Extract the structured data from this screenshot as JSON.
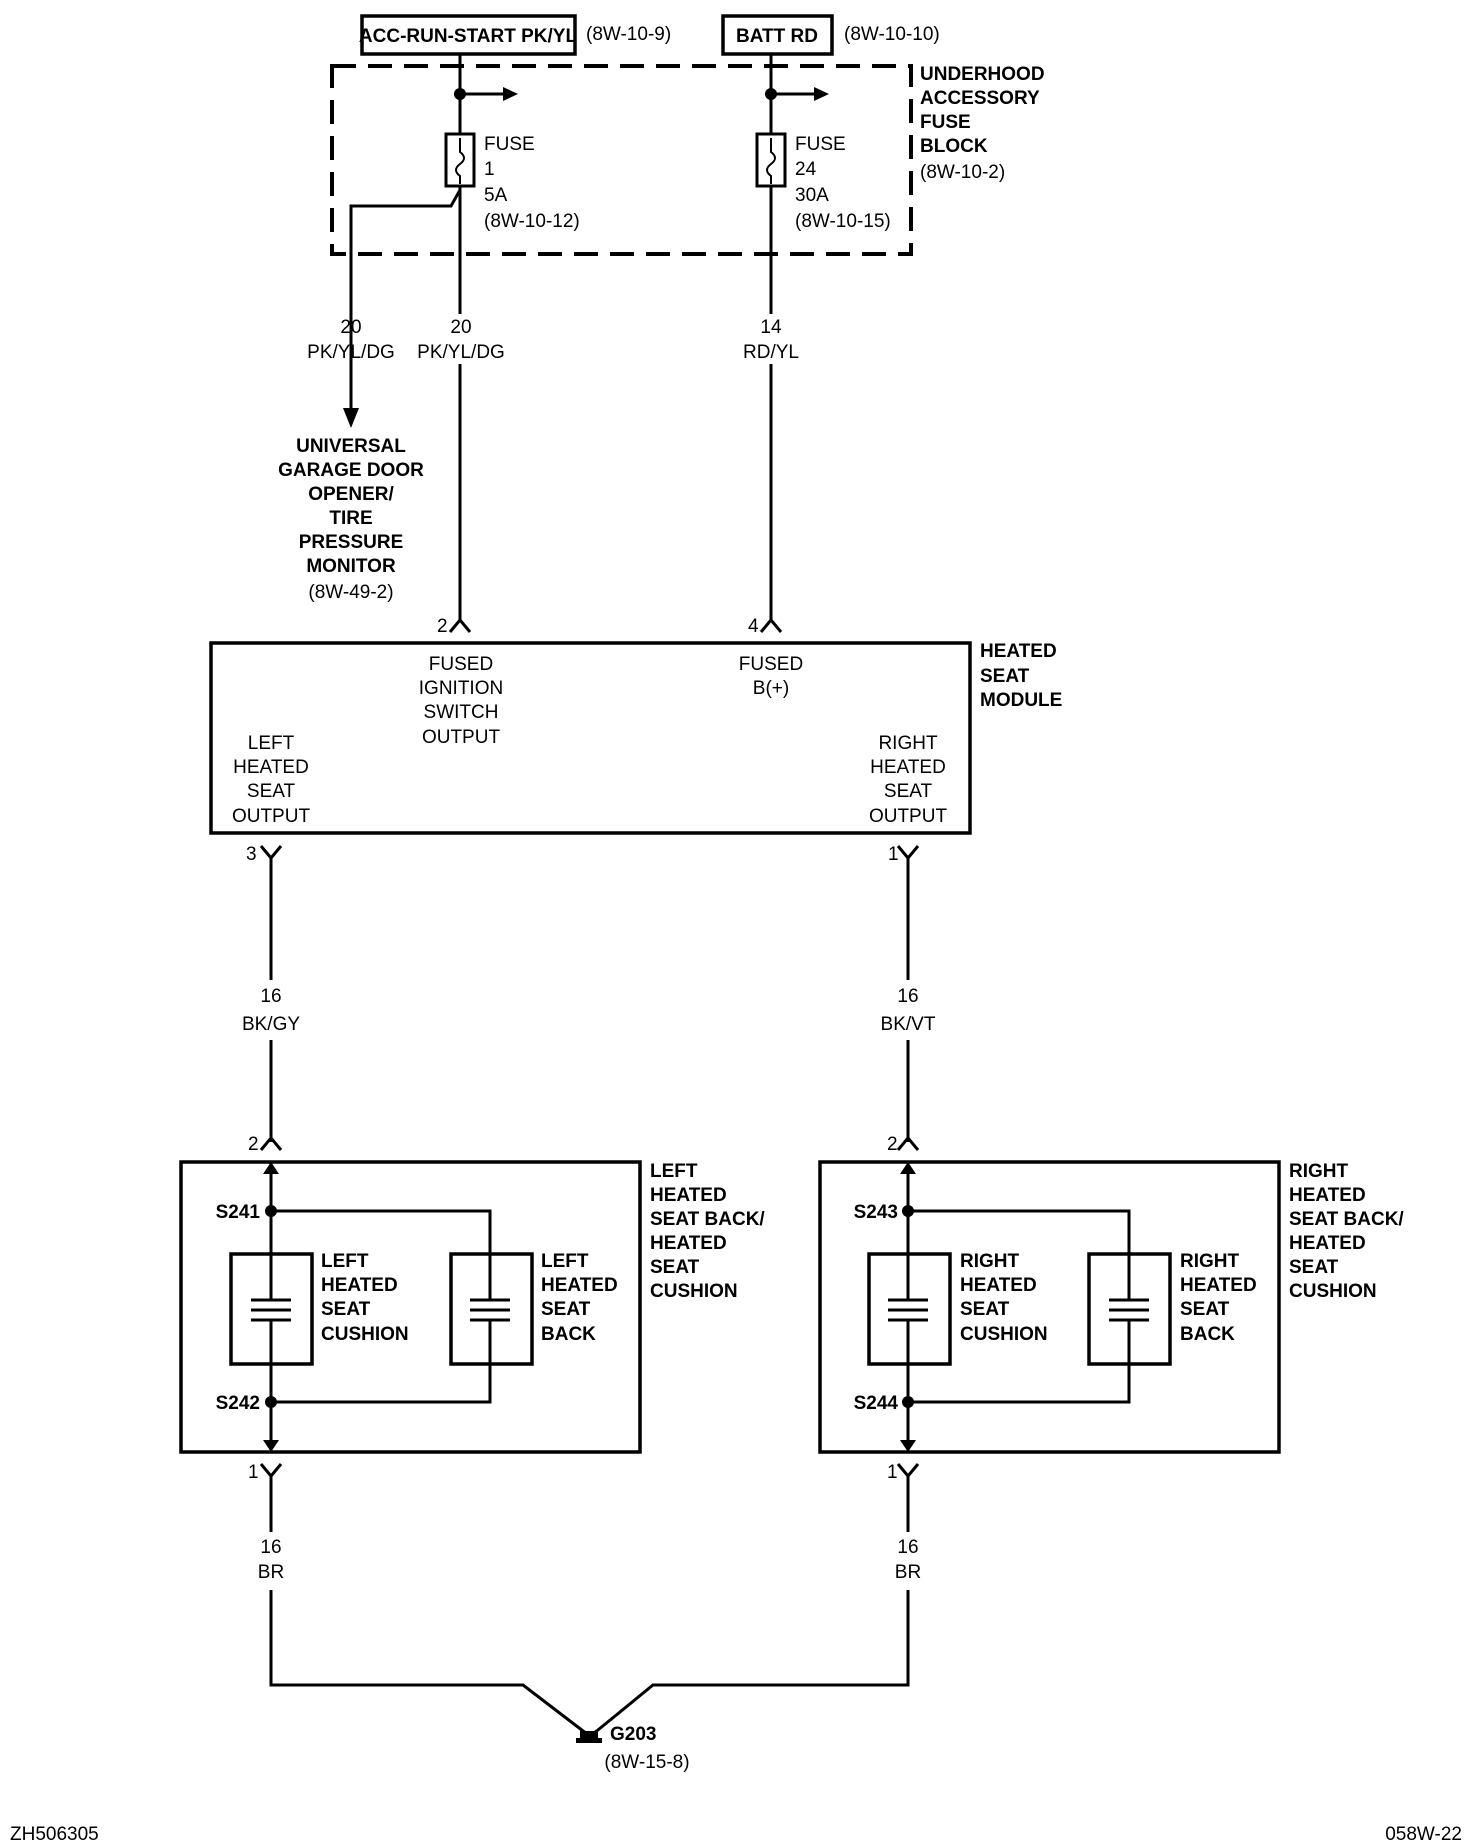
{
  "sources": {
    "acc": {
      "label": "ACC-RUN-START PK/YL",
      "ref": "(8W-10-9)"
    },
    "batt": {
      "label": "BATT RD",
      "ref": "(8W-10-10)"
    }
  },
  "fuse_block": {
    "lines": [
      "UNDERHOOD",
      "ACCESSORY",
      "FUSE",
      "BLOCK",
      "(8W-10-2)"
    ]
  },
  "fuse1": {
    "lines": [
      "FUSE",
      "1",
      "5A",
      "(8W-10-12)"
    ]
  },
  "fuse24": {
    "lines": [
      "FUSE",
      "24",
      "30A",
      "(8W-10-15)"
    ]
  },
  "wires": {
    "garage": {
      "gauge": "20",
      "color": "PK/YL/DG"
    },
    "ign": {
      "gauge": "20",
      "color": "PK/YL/DG"
    },
    "batt": {
      "gauge": "14",
      "color": "RD/YL"
    },
    "left_out": {
      "gauge": "16",
      "color": "BK/GY"
    },
    "right_out": {
      "gauge": "16",
      "color": "BK/VT"
    },
    "left_gnd": {
      "gauge": "16",
      "color": "BR"
    },
    "right_gnd": {
      "gauge": "16",
      "color": "BR"
    }
  },
  "garage_dest": {
    "lines": [
      "UNIVERSAL",
      "GARAGE DOOR",
      "OPENER/",
      "TIRE",
      "PRESSURE",
      "MONITOR",
      "(8W-49-2)"
    ]
  },
  "module": {
    "name_lines": [
      "HEATED",
      "SEAT",
      "MODULE"
    ],
    "ign_lines": [
      "FUSED",
      "IGNITION",
      "SWITCH",
      "OUTPUT"
    ],
    "batt_lines": [
      "FUSED",
      "B(+)"
    ],
    "left_lines": [
      "LEFT",
      "HEATED",
      "SEAT",
      "OUTPUT"
    ],
    "right_lines": [
      "RIGHT",
      "HEATED",
      "SEAT",
      "OUTPUT"
    ]
  },
  "pins": {
    "module_ign": "2",
    "module_batt": "4",
    "module_left": "3",
    "module_right": "1",
    "left_seat_in": "2",
    "left_seat_out": "1",
    "right_seat_in": "2",
    "right_seat_out": "1"
  },
  "left_assembly": {
    "name_lines": [
      "LEFT",
      "HEATED",
      "SEAT BACK/",
      "HEATED",
      "SEAT",
      "CUSHION"
    ],
    "cushion_lines": [
      "LEFT",
      "HEATED",
      "SEAT",
      "CUSHION"
    ],
    "back_lines": [
      "LEFT",
      "HEATED",
      "SEAT",
      "BACK"
    ],
    "splice_top": "S241",
    "splice_bottom": "S242"
  },
  "right_assembly": {
    "name_lines": [
      "RIGHT",
      "HEATED",
      "SEAT BACK/",
      "HEATED",
      "SEAT",
      "CUSHION"
    ],
    "cushion_lines": [
      "RIGHT",
      "HEATED",
      "SEAT",
      "CUSHION"
    ],
    "back_lines": [
      "RIGHT",
      "HEATED",
      "SEAT",
      "BACK"
    ],
    "splice_top": "S243",
    "splice_bottom": "S244"
  },
  "ground": {
    "label": "G203",
    "ref": "(8W-15-8)"
  },
  "footer": {
    "left": "ZH506305",
    "right": "058W-22"
  }
}
